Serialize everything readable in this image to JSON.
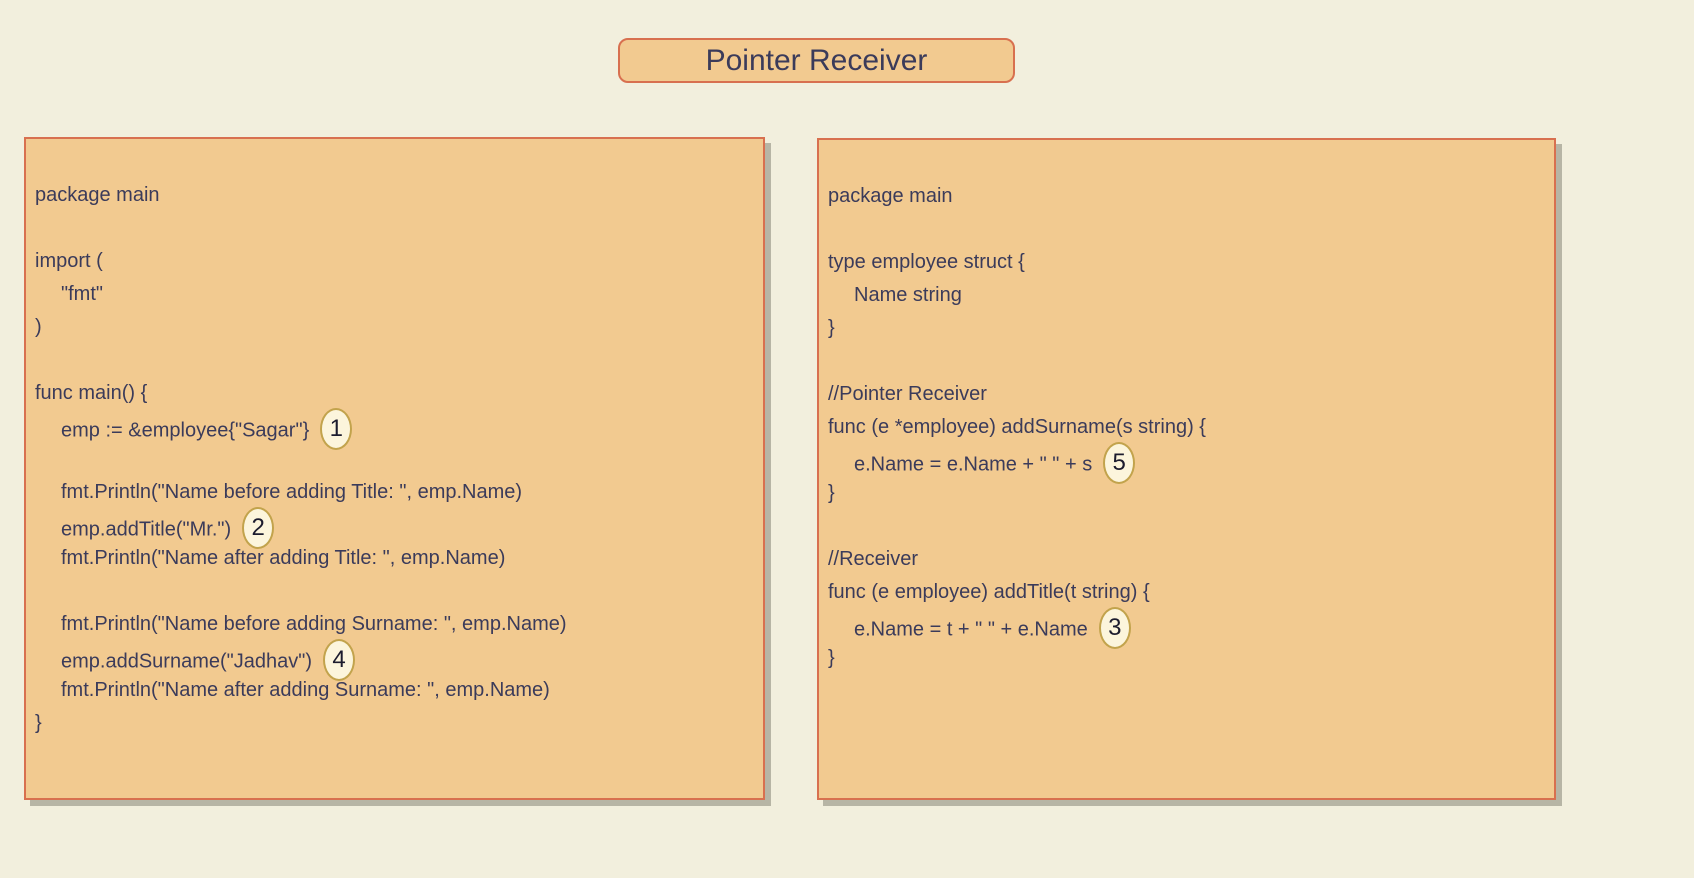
{
  "title": {
    "label": "Pointer Receiver"
  },
  "colors": {
    "background": "#f2efdd",
    "panel_fill": "#f2ca90",
    "panel_border": "#d8704f",
    "panel_shadow": "#b7b5a5",
    "code_text": "#3b3b5a",
    "marker_fill": "#fcf5dc",
    "marker_border": "#c2a34c",
    "marker_text": "#1c1c2e"
  },
  "panels": [
    {
      "name": "main-code",
      "lines": [
        {
          "text": "package main",
          "indent": 0
        },
        {
          "text": "",
          "indent": 0
        },
        {
          "text": "import (",
          "indent": 0
        },
        {
          "text": "\"fmt\"",
          "indent": 1
        },
        {
          "text": ")",
          "indent": 0
        },
        {
          "text": "",
          "indent": 0
        },
        {
          "text": "func main() {",
          "indent": 0
        },
        {
          "text": "emp := &employee{\"Sagar\"}",
          "indent": 1,
          "marker": "1"
        },
        {
          "text": "",
          "indent": 0
        },
        {
          "text": "fmt.Println(\"Name before adding Title: \", emp.Name)",
          "indent": 1
        },
        {
          "text": "emp.addTitle(\"Mr.\")",
          "indent": 1,
          "marker": "2"
        },
        {
          "text": "fmt.Println(\"Name after adding Title: \", emp.Name)",
          "indent": 1
        },
        {
          "text": "",
          "indent": 0
        },
        {
          "text": "fmt.Println(\"Name before adding Surname: \", emp.Name)",
          "indent": 1
        },
        {
          "text": "emp.addSurname(\"Jadhav\")",
          "indent": 1,
          "marker": "4"
        },
        {
          "text": "fmt.Println(\"Name after adding Surname: \", emp.Name)",
          "indent": 1
        },
        {
          "text": "}",
          "indent": 0
        }
      ]
    },
    {
      "name": "receiver-code",
      "lines": [
        {
          "text": "package main",
          "indent": 0
        },
        {
          "text": "",
          "indent": 0
        },
        {
          "text": "type employee struct {",
          "indent": 0
        },
        {
          "text": "Name string",
          "indent": 1
        },
        {
          "text": "}",
          "indent": 0
        },
        {
          "text": "",
          "indent": 0
        },
        {
          "text": "//Pointer Receiver",
          "indent": 0
        },
        {
          "text": "func (e *employee) addSurname(s string) {",
          "indent": 0
        },
        {
          "text": "e.Name = e.Name + \" \" + s",
          "indent": 1,
          "marker": "5"
        },
        {
          "text": "}",
          "indent": 0
        },
        {
          "text": "",
          "indent": 0
        },
        {
          "text": "//Receiver",
          "indent": 0
        },
        {
          "text": "func (e employee) addTitle(t string) {",
          "indent": 0
        },
        {
          "text": "e.Name = t + \" \" + e.Name",
          "indent": 1,
          "marker": "3"
        },
        {
          "text": "}",
          "indent": 0
        }
      ]
    }
  ]
}
